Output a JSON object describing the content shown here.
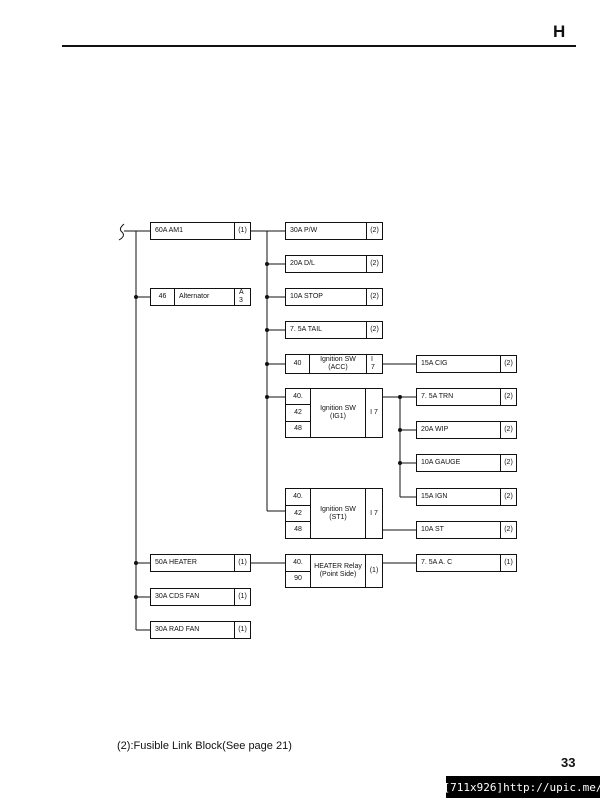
{
  "header": {
    "section_letter": "H"
  },
  "diagram": {
    "am1": {
      "label": "60A AM1",
      "ref": "(1)"
    },
    "alternator": {
      "pin": "46",
      "label": "Alternator",
      "ref": "A 3"
    },
    "heater_fuse": {
      "label": "50A HEATER",
      "ref": "(1)"
    },
    "cds_fan": {
      "label": "30A CDS FAN",
      "ref": "(1)"
    },
    "rad_fan": {
      "label": "30A RAD FAN",
      "ref": "(1)"
    },
    "pw": {
      "label": "30A P/W",
      "ref": "(2)"
    },
    "dl": {
      "label": "20A D/L",
      "ref": "(2)"
    },
    "stop": {
      "label": "10A STOP",
      "ref": "(2)"
    },
    "tail": {
      "label": "7. 5A TAIL",
      "ref": "(2)"
    },
    "ign_acc": {
      "pin": "40",
      "name_1": "Ignition SW",
      "name_2": "(ACC)",
      "ref": "I 7"
    },
    "ign_ig1": {
      "pins": [
        "40.",
        "42",
        "48"
      ],
      "name_1": "Ignition SW",
      "name_2": "(IG1)",
      "ref": "I 7"
    },
    "ign_st1": {
      "pins": [
        "40.",
        "42",
        "48"
      ],
      "name_1": "Ignition SW",
      "name_2": "(ST1)",
      "ref": "I 7"
    },
    "heater_relay": {
      "pins": [
        "40.",
        "90"
      ],
      "name_1": "HEATER Relay",
      "name_2": "(Point Side)",
      "ref": "(1)"
    },
    "cig": {
      "label": "15A CIG",
      "ref": "(2)"
    },
    "trn": {
      "label": "7. 5A TRN",
      "ref": "(2)"
    },
    "wip": {
      "label": "20A WIP",
      "ref": "(2)"
    },
    "gauge": {
      "label": "10A GAUGE",
      "ref": "(2)"
    },
    "ign": {
      "label": "15A IGN",
      "ref": "(2)"
    },
    "st": {
      "label": "10A ST",
      "ref": "(2)"
    },
    "ac": {
      "label": "7. 5A A. C",
      "ref": "(1)"
    }
  },
  "footnote": "(2):Fusible Link Block(See page 21)",
  "page_number": "33",
  "watermark": "[711x926]http://upic.me/"
}
